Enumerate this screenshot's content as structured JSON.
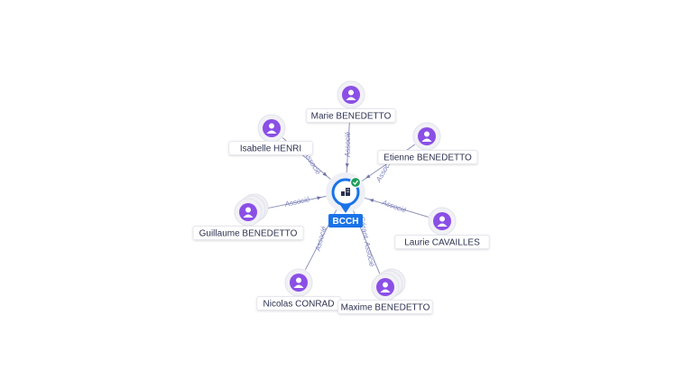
{
  "center": {
    "label": "BCCH",
    "icon": "company-building-icon",
    "verified_icon": "check-badge-icon",
    "colors": {
      "primary": "#1a73e8",
      "verified": "#1e9e5a"
    }
  },
  "nodes": [
    {
      "name": "Marie BENEDETTO",
      "role": "Associé",
      "stacked": false
    },
    {
      "name": "Isabelle HENRI",
      "role": "Associé",
      "stacked": false
    },
    {
      "name": "Etienne BENEDETTO",
      "role": "Associé",
      "stacked": false
    },
    {
      "name": "Guillaume BENEDETTO",
      "role": "Associé",
      "stacked": true
    },
    {
      "name": "Laurie CAVAILLES",
      "role": "Associé",
      "stacked": false
    },
    {
      "name": "Nicolas CONRAD",
      "role": "Associé",
      "stacked": false
    },
    {
      "name": "Maxime BENEDETTO",
      "role": "Gérant, Associé",
      "stacked": true
    }
  ],
  "node_icon": "person-icon",
  "colors": {
    "person": "#8b4fe6",
    "edge": "#8f93b8",
    "edge_label": "#7b7fc0"
  }
}
